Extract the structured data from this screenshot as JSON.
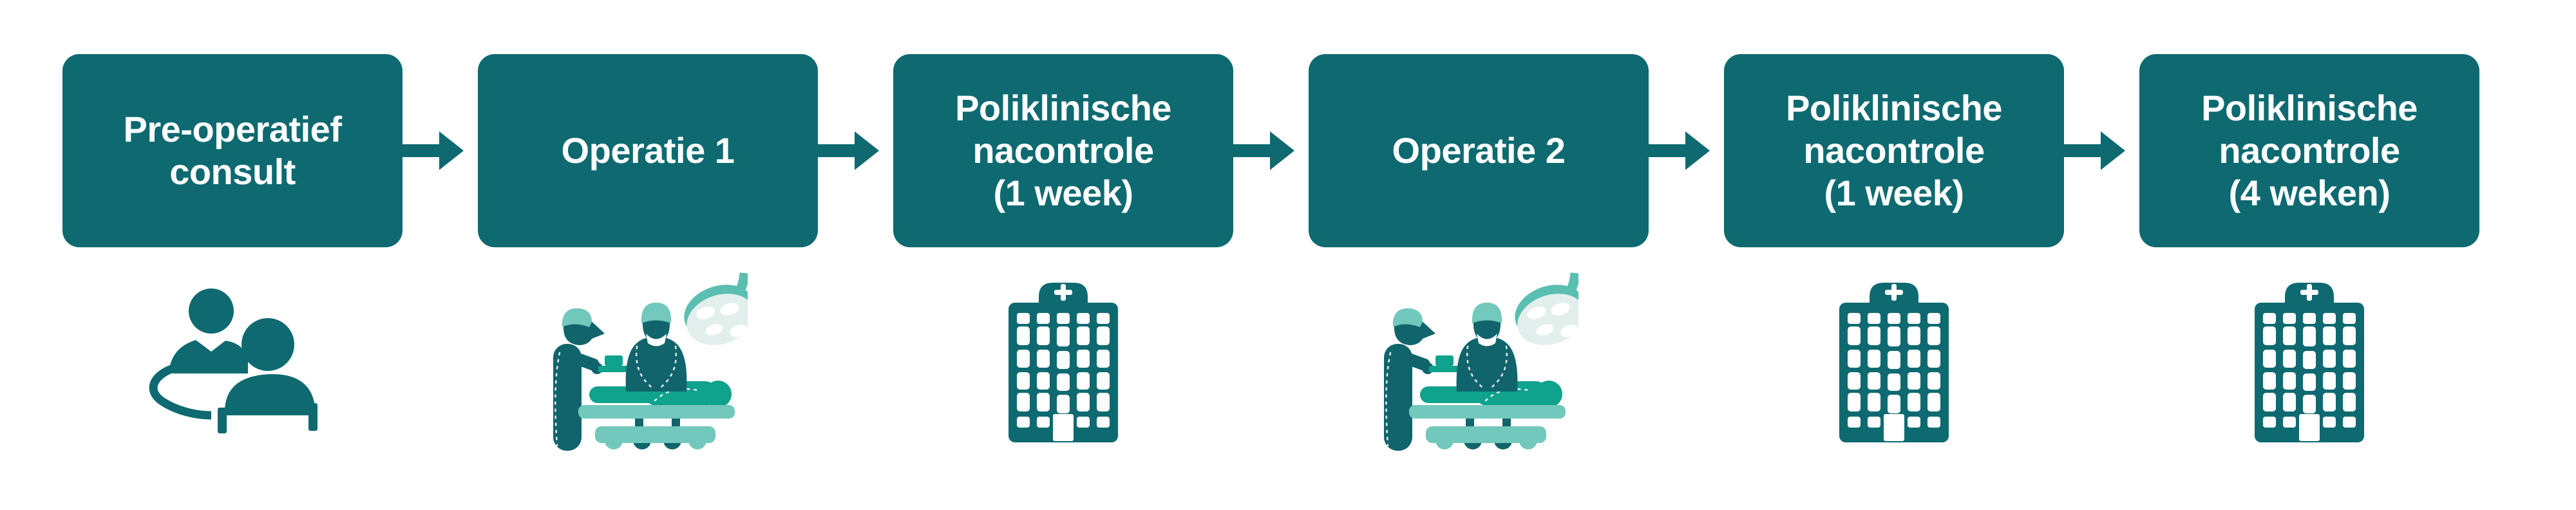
{
  "diagram": {
    "type": "patient-journey-flowchart",
    "language": "nl",
    "background": "#FFFFFF",
    "colors": {
      "box_fill": "#0E6A70",
      "box_text": "#FFFFFF",
      "arrow": "#0E6A70",
      "icon_dark_teal": "#0E6A70",
      "icon_figure_teal": "#11646C",
      "icon_green": "#0FA28C",
      "icon_light_teal": "#72C8BC",
      "icon_accent_teal": "#5ABFB0",
      "icon_pale_teal": "#E2EFED"
    },
    "steps": [
      {
        "label": "Pre-operatief\nconsult",
        "icon": "consultation-icon"
      },
      {
        "label": "Operatie 1",
        "icon": "surgery-icon"
      },
      {
        "label": "Poliklinische\nnacontrole\n(1 week)",
        "icon": "hospital-icon"
      },
      {
        "label": "Operatie 2",
        "icon": "surgery-icon"
      },
      {
        "label": "Poliklinische\nnacontrole\n(1 week)",
        "icon": "hospital-icon"
      },
      {
        "label": "Poliklinische\nnacontrole\n(4 weken)",
        "icon": "hospital-icon"
      }
    ],
    "connector": {
      "type": "arrow-right"
    }
  }
}
